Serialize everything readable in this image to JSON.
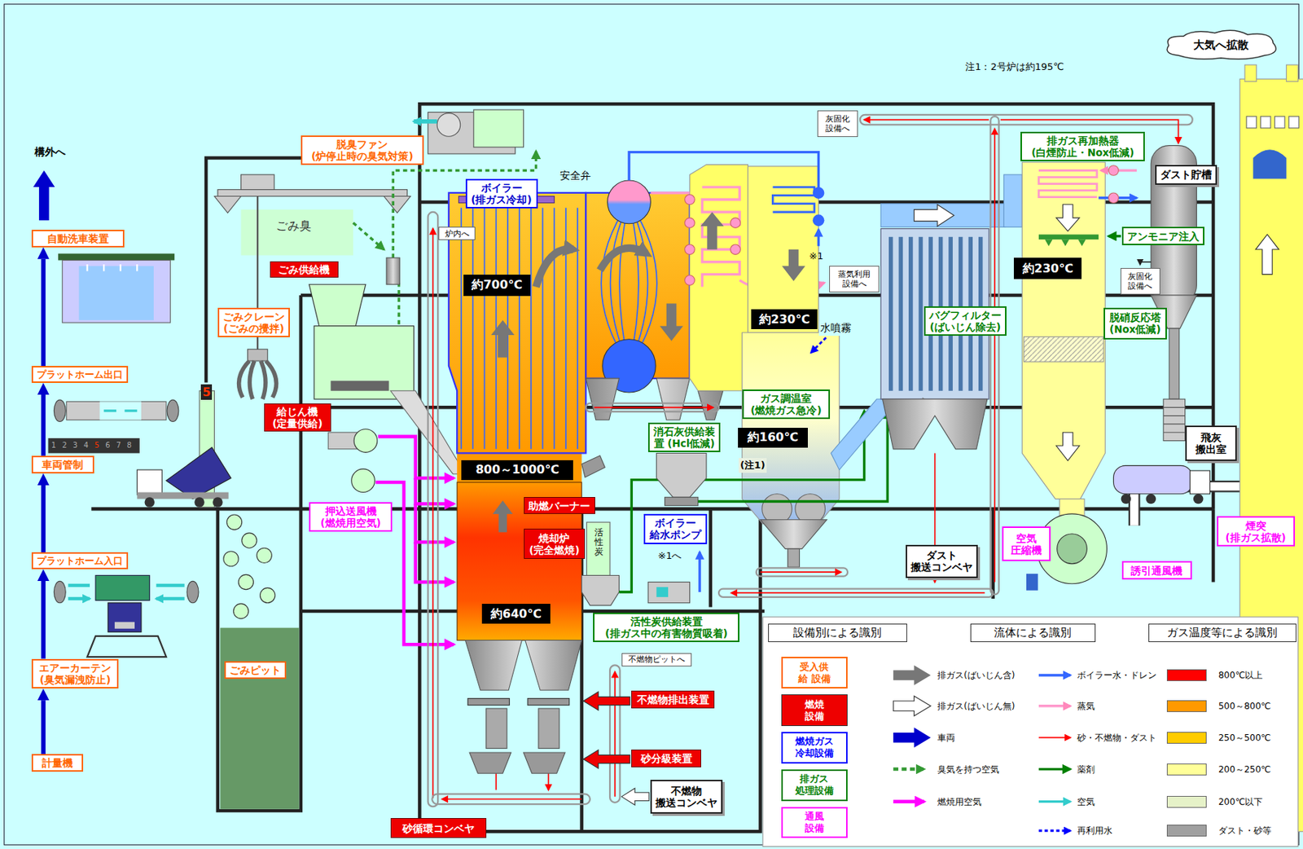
{
  "diagram": {
    "nodes": [
      {
        "text": [
          "自動洗車装置"
        ]
      },
      {
        "text": [
          "プラットホーム出口"
        ]
      },
      {
        "text": [
          "車両管制"
        ]
      },
      {
        "text": [
          "プラットホーム入口"
        ]
      },
      {
        "text": [
          "エアーカーテン (臭気漏洩防止)"
        ]
      },
      {
        "text": [
          "計量機"
        ]
      },
      {
        "text": [
          "脱臭ファン (炉停止時の臭気対策)"
        ]
      },
      {
        "text": [
          "ごみ供給機"
        ]
      },
      {
        "text": [
          "ごみクレーン (ごみの攪拌)"
        ]
      },
      {
        "text": [
          "給じん機 (定量供給)"
        ]
      },
      {
        "text": [
          "押込送風機 (燃焼用空気)"
        ]
      },
      {
        "text": [
          "ごみピット"
        ]
      },
      {
        "text": [
          "ボイラー (排ガス冷却)"
        ]
      },
      {
        "text": [
          "炉内へ"
        ]
      },
      {
        "text": [
          "約700℃"
        ]
      },
      {
        "text": [
          "800～1000℃"
        ]
      },
      {
        "text": [
          "助燃バーナー"
        ]
      },
      {
        "text": [
          "焼却炉 (完全燃焼)"
        ]
      },
      {
        "text": [
          "約640℃"
        ]
      },
      {
        "text": [
          "消石灰供給装置 (Hcl低減)"
        ]
      },
      {
        "text": [
          "ボイラー 給水ポンプ"
        ]
      },
      {
        "text": [
          "活性炭供給装置 (排ガス中の有害物質吸着)"
        ]
      },
      {
        "text": [
          "不燃物ピットへ"
        ]
      },
      {
        "text": [
          "不燃物排出装置"
        ]
      },
      {
        "text": [
          "砂分級装置"
        ]
      },
      {
        "text": [
          "不燃物 搬送コンベヤ"
        ]
      },
      {
        "text": [
          "砂循環コンベヤ"
        ]
      },
      {
        "text": [
          "約230℃"
        ]
      },
      {
        "text": [
          "蒸気利用 設備へ"
        ]
      },
      {
        "text": [
          "ガス調温室 (燃焼ガス急冷)"
        ]
      },
      {
        "text": [
          "約160℃"
        ]
      },
      {
        "text": [
          "ダスト 搬送コンベヤ"
        ]
      },
      {
        "text": [
          "灰固化 設備へ"
        ]
      },
      {
        "text": [
          "バグフィルター (ばいじん除去)"
        ]
      },
      {
        "text": [
          "空気 圧縮機"
        ]
      },
      {
        "text": [
          "排ガス再加熱器 (白煙防止・Nox低減)"
        ]
      },
      {
        "text": [
          "ダスト貯槽"
        ]
      },
      {
        "text": [
          "アンモニア注入"
        ]
      },
      {
        "text": [
          "約230℃"
        ]
      },
      {
        "text": [
          "灰固化 設備へ"
        ]
      },
      {
        "text": [
          "脱硝反応塔 (Nox低減)"
        ]
      },
      {
        "text": [
          "飛灰 搬出室"
        ]
      },
      {
        "text": [
          "誘引通風機"
        ]
      },
      {
        "text": [
          "煙突 (排ガス拡散)"
        ]
      },
      {
        "text": [
          "大気へ拡散"
        ]
      }
    ],
    "edges": [
      {
        "from": 5,
        "to": 4,
        "arrow": "to"
      },
      {
        "from": 4,
        "to": 3,
        "arrow": "to"
      },
      {
        "from": 3,
        "to": 2,
        "arrow": "to"
      },
      {
        "from": 2,
        "to": 1,
        "arrow": "to"
      },
      {
        "from": 1,
        "to": 0,
        "arrow": "to"
      }
    ],
    "labels": [
      "構外へ",
      "注1：2号炉は約195℃",
      "ごみ臭",
      "安全弁",
      "活性炭",
      "※1",
      "水噴霧",
      "(注1)",
      "※1へ",
      "5",
      "1",
      "2",
      "3",
      "4",
      "5",
      "6",
      "7",
      "8",
      "設備別による識別",
      "流体による識別",
      "ガス温度等による識別"
    ],
    "legend": [
      {
        "text": "受入供給 設備",
        "color": "#ff6600"
      },
      {
        "text": "燃焼 設備",
        "color": "#ee0000"
      },
      {
        "text": "燃焼ガス 冷却設備",
        "color": "#0000ff"
      },
      {
        "text": "排ガス 処理設備",
        "color": "#008000"
      },
      {
        "text": "通風 設備",
        "color": "#ff00ff"
      },
      {
        "text": "排ガス(ばいじん含)"
      },
      {
        "text": "排ガス(ばいじん無)"
      },
      {
        "text": "車両"
      },
      {
        "text": "臭気を持つ空気"
      },
      {
        "text": "燃焼用空気"
      },
      {
        "text": "ボイラー水・ドレン"
      },
      {
        "text": "蒸気"
      },
      {
        "text": "砂・不燃物・ダスト"
      },
      {
        "text": "薬剤"
      },
      {
        "text": "空気"
      },
      {
        "text": "再利用水"
      },
      {
        "text": "800℃以上",
        "color": "#ff0000"
      },
      {
        "text": "500～800℃",
        "color": "#ff9900"
      },
      {
        "text": "250～500℃",
        "color": "#ffcc00"
      },
      {
        "text": "200～250℃",
        "color": "#ffff99"
      },
      {
        "text": "200℃以下",
        "color": "#e6f2c8"
      },
      {
        "text": "ダスト・砂等",
        "color": "#a0a0a0"
      }
    ]
  }
}
